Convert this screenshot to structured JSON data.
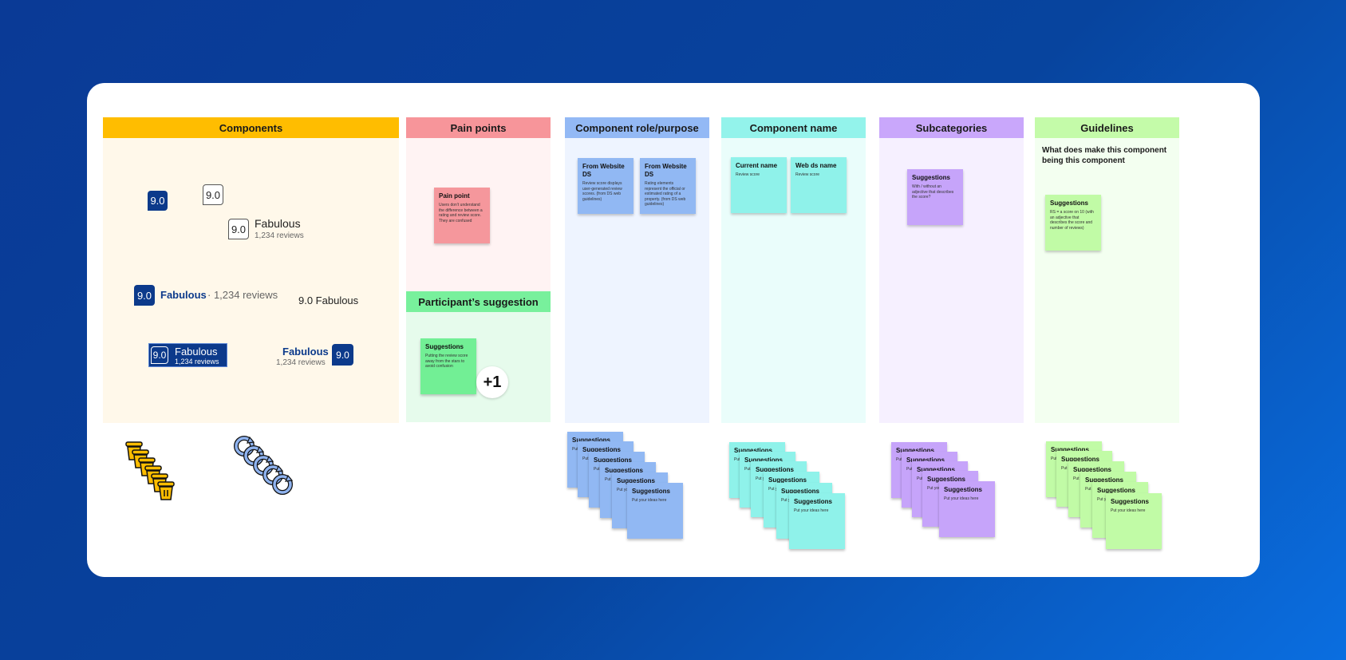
{
  "columns": {
    "components": {
      "header": "Components"
    },
    "pain_points": {
      "header": "Pain points"
    },
    "participant": {
      "header": "Participant’s suggestion"
    },
    "role": {
      "header": "Component role/purpose"
    },
    "name": {
      "header": "Component name"
    },
    "subcategories": {
      "header": "Subcategories"
    },
    "guidelines": {
      "header": "Guidelines",
      "question": "What does make this component being this component"
    }
  },
  "components": {
    "score": "9.0",
    "fabulous": "Fabulous",
    "reviews": "1,234 reviews",
    "inline_reviews": "· 1,234 reviews",
    "score_fabulous": "9.0 Fabulous"
  },
  "stickies": {
    "pain_point": {
      "title": "Pain point",
      "body": "Users don’t understand the difference between a rating and review score. They are confused"
    },
    "participant": {
      "title": "Suggestions",
      "body": "Putting the review score away from the stars to avoid confusion"
    },
    "plus_one": "+1",
    "role_1": {
      "title": "From Website DS",
      "body": "Review score displays user-generated review scores. (from DS web guidelines)"
    },
    "role_2": {
      "title": "From Website DS",
      "body": "Rating elements represent the official or estimated rating of a property. (from DS web guidelines)"
    },
    "name_1": {
      "title": "Current name",
      "body": "Review score"
    },
    "name_2": {
      "title": "Web ds name",
      "body": "Review score"
    },
    "sub_1": {
      "title": "Suggestions",
      "body": "With / without an adjective that describes the score?"
    },
    "guide_1": {
      "title": "Suggestions",
      "body": "RS = a score on 10 (with an adjective that describes the score and number of reviews)"
    }
  },
  "stack": {
    "title": "Suggestions",
    "body": "Put your ideas here"
  },
  "colors": {
    "components_header": "#ffbd00",
    "components_body": "#fff8ea",
    "pain_header": "#f7959a",
    "pain_body": "#fff3f3",
    "participant_header": "#78f09c",
    "participant_body": "#e6fbec",
    "role_header": "#93b9f5",
    "role_body": "#eef4ff",
    "name_header": "#93f3eb",
    "name_body": "#eafdfb",
    "sub_header": "#c9a7fb",
    "sub_body": "#f6f0ff",
    "guide_header": "#c4fba9",
    "guide_body": "#f3fff0",
    "sticky_pink": "#f5979c",
    "sticky_green": "#72ef95",
    "sticky_blue": "#91b8f3",
    "sticky_teal": "#8ff2ea",
    "sticky_purple": "#c6a4fa",
    "sticky_lime": "#c1fba6",
    "brand_blue": "#0c3a8b"
  },
  "decor": {
    "icons": [
      "trash-can-icon",
      "refresh-arrows-icon"
    ]
  }
}
